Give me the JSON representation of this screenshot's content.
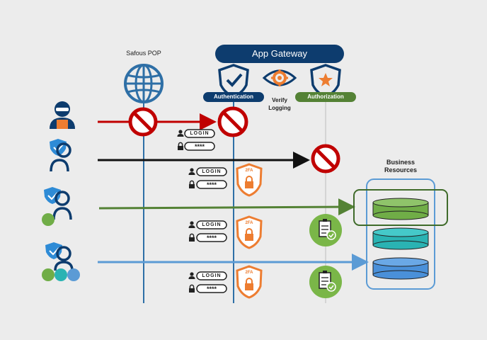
{
  "pop": {
    "label": "Safous POP",
    "icon": "globe-icon"
  },
  "gateway": {
    "title": "App Gateway",
    "authentication": "Authentication",
    "verify_logging": [
      "Verify",
      "Logging"
    ],
    "authorization": "Authorization"
  },
  "credentials": {
    "login_text": "LOGIN",
    "password_mask": "****",
    "twofa_label": "2FA"
  },
  "resources": {
    "title": [
      "Business",
      "Resources"
    ]
  },
  "colors": {
    "navy": "#0d3c6e",
    "blue_line": "#2e6fa6",
    "red": "#c00000",
    "green": "#548235",
    "lightblue": "#5b9bd5",
    "orange": "#ed7d31",
    "teal_db": "#2ab3b3",
    "green_db": "#70ad47",
    "blue_db": "#4a90d9"
  },
  "users": [
    {
      "name": "attacker",
      "flow": "blocked-at-pop"
    },
    {
      "name": "user-with-login-only",
      "flow": "blocked-at-authorization"
    },
    {
      "name": "authorized-user",
      "flow": "green-resource"
    },
    {
      "name": "authorized-group",
      "flow": "blue-resource"
    }
  ]
}
